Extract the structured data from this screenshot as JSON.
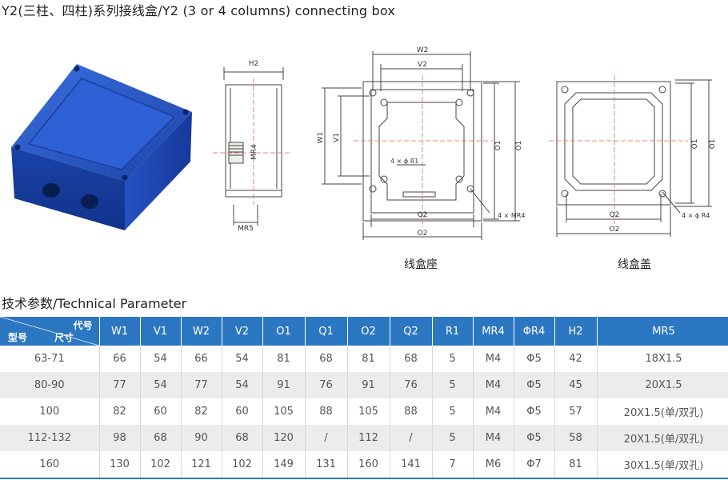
{
  "title": "Y2(三柱、四柱)系列接线盒/Y2 (3 or 4 columns) connecting box",
  "drawings": {
    "side": {
      "h2": "H2",
      "mr4": "MR4",
      "mr5": "MR5"
    },
    "base": {
      "w2": "W2",
      "v2": "V2",
      "w1": "W1",
      "v1": "V1",
      "o1": "O1",
      "q1": "O1",
      "r1": "4 × ϕ R1",
      "mr4": "4 × MR4",
      "q2": "Q2",
      "o2": "O2",
      "caption": "线盒座"
    },
    "cover": {
      "o1a": "O1",
      "o1b": "O1",
      "r4": "4 × ϕ R4",
      "q2": "Q2",
      "o2": "O2",
      "caption": "线盒盖"
    }
  },
  "section_title": "技术参数/Technical Parameter",
  "table": {
    "corner": {
      "top": "代号",
      "bottom_left": "型号",
      "bottom_right": "尺寸"
    },
    "headers": [
      "W1",
      "V1",
      "W2",
      "V2",
      "O1",
      "Q1",
      "O2",
      "Q2",
      "R1",
      "MR4",
      "ΦR4",
      "H2",
      "MR5"
    ],
    "rows": [
      [
        "63-71",
        "66",
        "54",
        "66",
        "54",
        "81",
        "68",
        "81",
        "68",
        "5",
        "M4",
        "Φ5",
        "42",
        "18X1.5"
      ],
      [
        "80-90",
        "77",
        "54",
        "77",
        "54",
        "91",
        "76",
        "91",
        "76",
        "5",
        "M4",
        "Φ5",
        "45",
        "20X1.5"
      ],
      [
        "100",
        "82",
        "60",
        "82",
        "60",
        "105",
        "88",
        "105",
        "88",
        "5",
        "M4",
        "Φ5",
        "57",
        "20X1.5(单/双孔)"
      ],
      [
        "112-132",
        "98",
        "68",
        "90",
        "68",
        "120",
        "/",
        "112",
        "/",
        "5",
        "M4",
        "Φ5",
        "58",
        "20X1.5(单/双孔)"
      ],
      [
        "160",
        "130",
        "102",
        "121",
        "102",
        "149",
        "131",
        "160",
        "141",
        "7",
        "M6",
        "Φ7",
        "81",
        "30X1.5(单/双孔)"
      ]
    ]
  },
  "colors": {
    "header_bg": "#2c77c1",
    "box_blue": "#1f4fb8",
    "dim_red": "#e06a4a"
  }
}
